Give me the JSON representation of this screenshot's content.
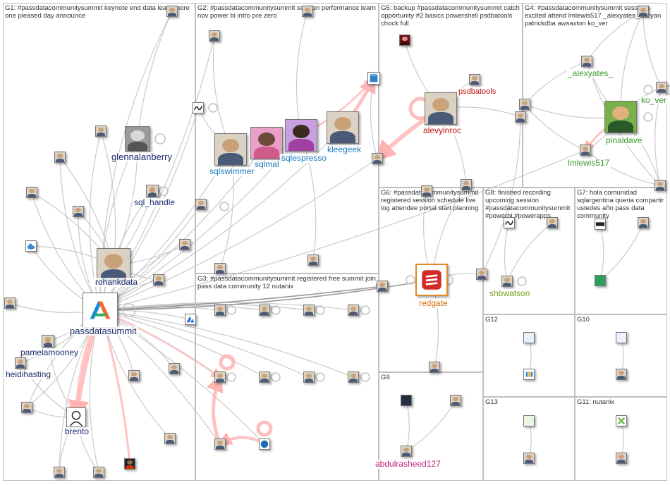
{
  "colors": {
    "edge": "#c4c4c4",
    "edge_dark": "#8e8e8e",
    "edge_pink": "#ffb3b3",
    "panel_border": "#bfbfbf",
    "label_navy": "#1a2a6c",
    "label_red": "#c01010",
    "label_green": "#3a9a2a",
    "label_blue": "#1a7ac0",
    "label_orange": "#d07000",
    "label_magenta": "#c0207a",
    "label_lime": "#7aa020"
  },
  "panels": [
    {
      "id": "g1",
      "title": "G1: #passdatacommunitysummit keynote end data learn more one pleased day announce"
    },
    {
      "id": "g2",
      "title": "G2: #passdatacommunitysummit session performance learn nov power bi intro pre zero"
    },
    {
      "id": "g3",
      "title": "G3: #passdatacommunitysummit registered free summit join pass data community 12 nutanix"
    },
    {
      "id": "g4",
      "title": "G4: #passdatacommunitysummit sessions excited attend lmlewis517 _alexyates_ itaryan patrickdba awsaxton ko_ver"
    },
    {
      "id": "g5",
      "title": "G5: backup #passdatacommunitysummit catch opportunity #2 basics powershell psdbatools chock full"
    },
    {
      "id": "g6",
      "title": "G6: #passdatacommunitysummit registered session schedule live log attendee portal start planning"
    },
    {
      "id": "g7",
      "title": "G7: hola comunidad sqlargentina queria compartir ustedes año pass data community"
    },
    {
      "id": "g8",
      "title": "G8: finished recording upcoming session #passdatacommunitysummit #powerbi #powerapps"
    },
    {
      "id": "g9",
      "title": "G9"
    },
    {
      "id": "g10",
      "title": "G10"
    },
    {
      "id": "g11",
      "title": "G11: nutanix"
    },
    {
      "id": "g12",
      "title": "G12"
    },
    {
      "id": "g13",
      "title": "G13"
    }
  ],
  "labels": {
    "glennalanberry": "glennalanberry",
    "sql_handle": "sql_handle",
    "rohankdata": "rohankdata",
    "passdatasummit": "passdatasummit",
    "pamelamooney": "pamelamooney",
    "heidihasting": "heidihasting",
    "brento": "brento",
    "sqlswimmer": "sqlswimmer",
    "sqlmal": "sqlmal",
    "sqlespresso": "sqlespresso",
    "kleegeek": "kleegeek",
    "psdbatools": "psdbatools",
    "alevyinroc": "alevyinroc",
    "alexyates": "_alexyates_",
    "ko_ver": "ko_ver",
    "pinaldave": "pinaldave",
    "lmlewis517": "lmlewis517",
    "redgate": "redgate",
    "shbwatson": "shbwatson",
    "abdulrasheed127": "abdulrasheed127"
  },
  "node_icons": {
    "passdatasummit": "pass-logo-icon",
    "redgate": "redgate-logo-icon",
    "sql_database": "database-icon",
    "cloud": "cloud-icon",
    "azure": "azure-logo-icon",
    "nutanix": "nutanix-logo-icon",
    "aws": "aws-logo-icon",
    "pass": "pass-text-logo-icon"
  }
}
